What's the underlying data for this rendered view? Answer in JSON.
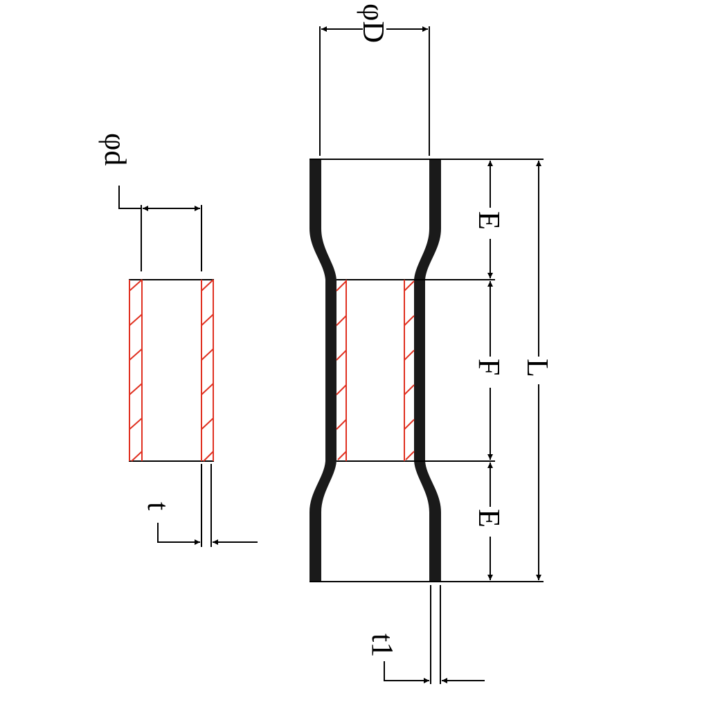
{
  "labels": {
    "small_diameter": "φd",
    "large_diameter": "φD",
    "end_length_top": "E",
    "middle_length": "F",
    "end_length_bottom": "E",
    "total_length": "L",
    "wall_thickness": "t",
    "sleeve_thickness": "t1"
  },
  "colors": {
    "line": "#000000",
    "hatch": "#e03020"
  }
}
